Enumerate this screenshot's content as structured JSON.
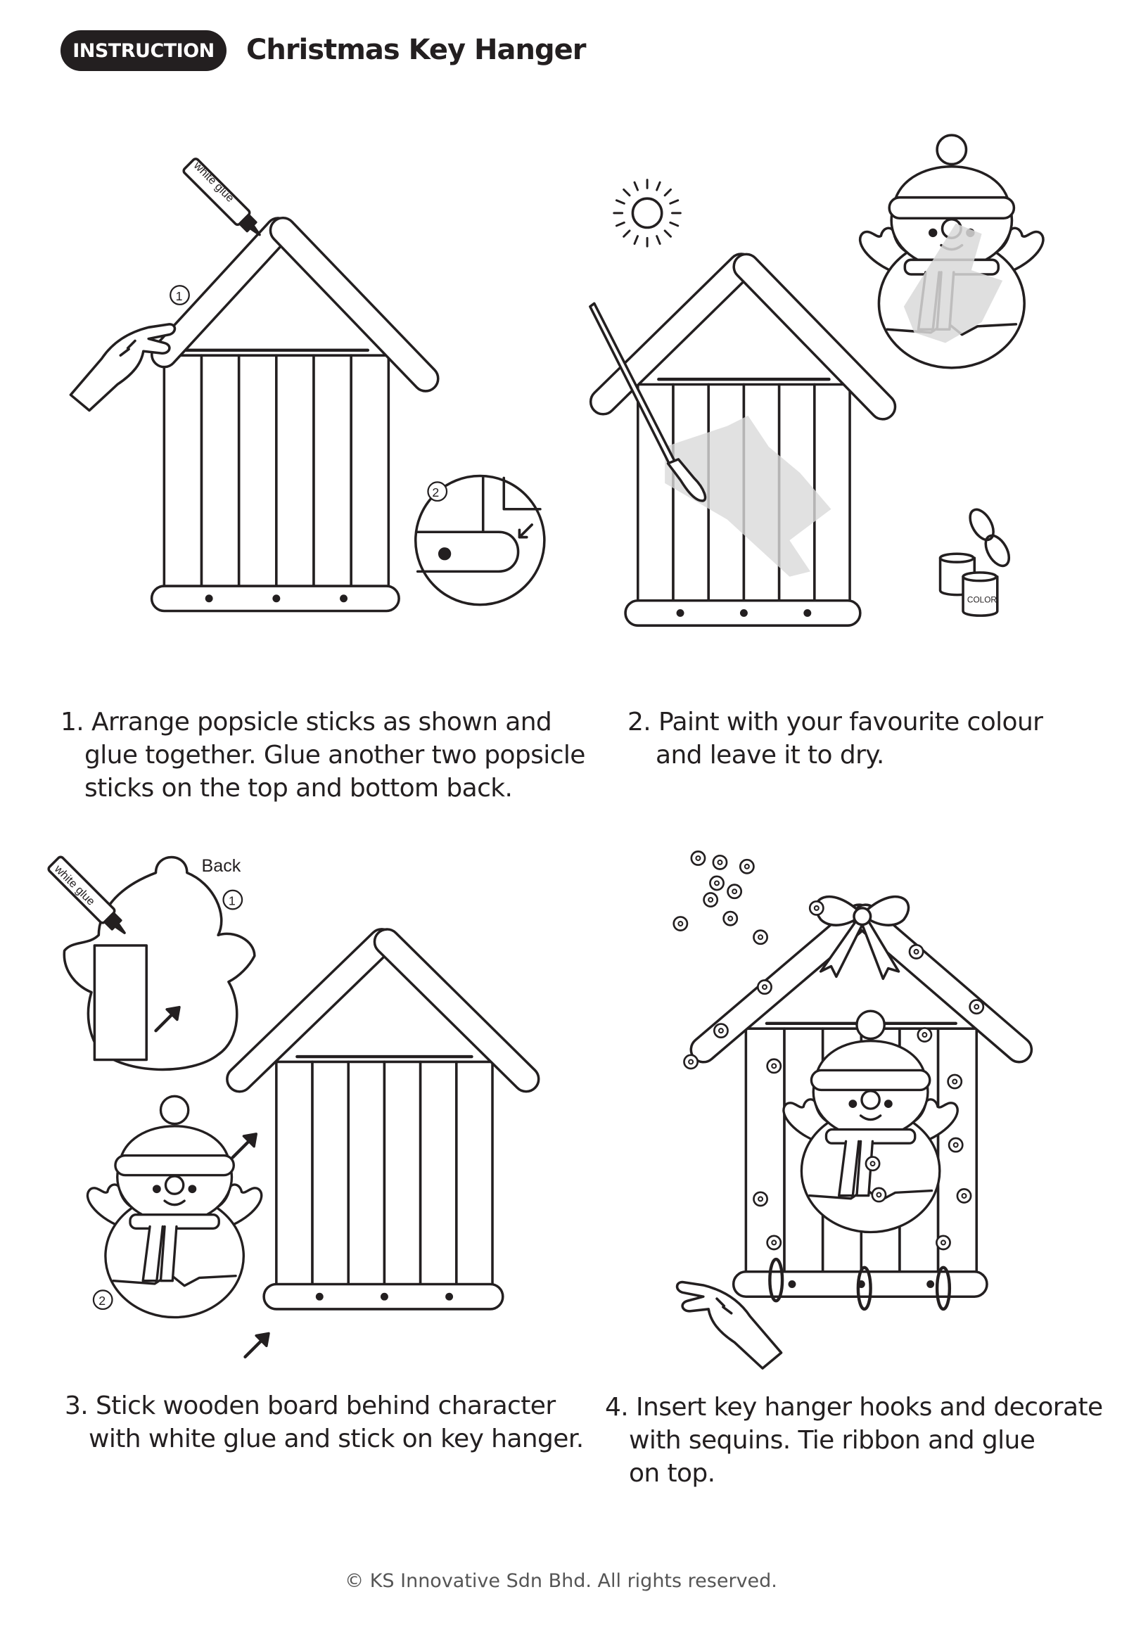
{
  "header": {
    "badge": "INSTRUCTION",
    "title": "Christmas Key Hanger"
  },
  "illustration_labels": {
    "glue_tube": "white glue",
    "marker_1": "1",
    "marker_2": "2",
    "back": "Back",
    "paint_pot": "COLOR"
  },
  "steps": [
    {
      "lines": [
        "1. Arrange popsicle sticks as shown and",
        "glue together. Glue another two popsicle",
        "sticks on the top and bottom back."
      ]
    },
    {
      "lines": [
        "2. Paint with your favourite colour",
        "and leave it to dry."
      ]
    },
    {
      "lines": [
        "3. Stick wooden board behind character",
        "with white glue and stick on key hanger."
      ]
    },
    {
      "lines": [
        "4. Insert key hanger hooks and decorate",
        "with sequins. Tie ribbon and glue",
        "on top."
      ]
    }
  ],
  "footer": "© KS Innovative Sdn Bhd.  All rights reserved.",
  "colors": {
    "ink": "#231f20",
    "paint": "#d9d9d9"
  }
}
